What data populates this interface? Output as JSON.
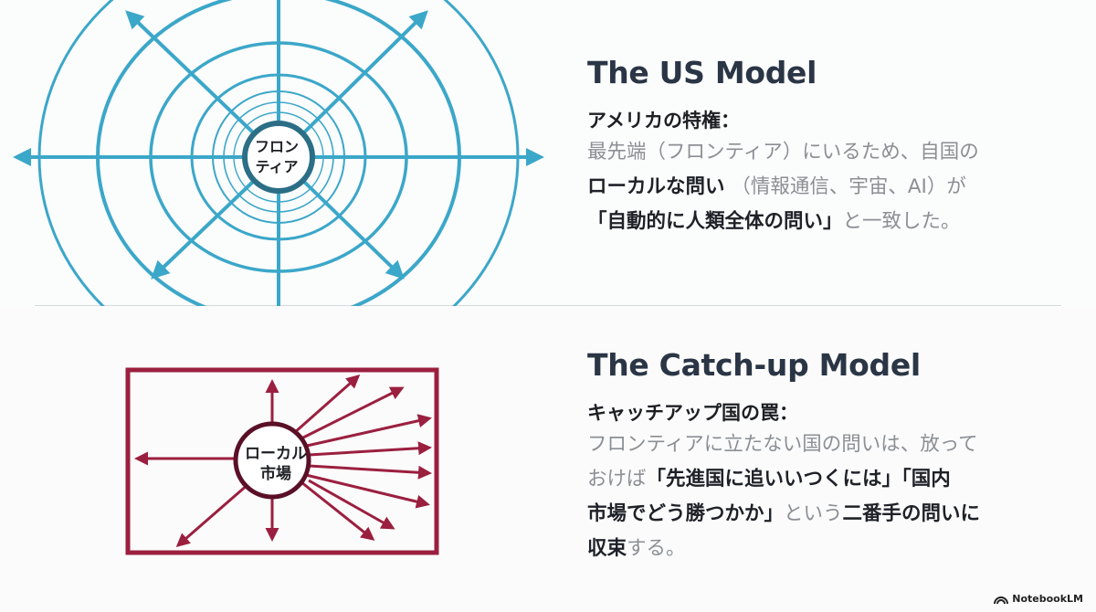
{
  "us_model": {
    "heading": "The US Model",
    "subheading": "アメリカの特権：",
    "center_label_line1": "フロン",
    "center_label_line2": "ティア",
    "body_part1": "最先端（フロンティア）にいるため、自国の",
    "body_em1": "ローカルな問い",
    "body_part2": " （情報通信、宇宙、AI）が",
    "body_em2": "「自動的に人類全体の問い」",
    "body_part3": "と一致した。",
    "color": "#3ba7c9"
  },
  "catchup_model": {
    "heading": "The Catch-up Model",
    "subheading": "キャッチアップ国の罠：",
    "center_label_line1": "ローカル",
    "center_label_line2": "市場",
    "body_part1": "フロンティアに立たない国の問いは、放って",
    "body_part2": "おけば",
    "body_em1": "「先進国に追いいつくには」「国内",
    "body_em2": "市場でどう勝つかか」",
    "body_part3": "という",
    "body_em3": "二番手の問いに",
    "body_em4": "収束",
    "body_part4": "する。",
    "color": "#9b1f3f"
  },
  "branding": {
    "label": "NotebookLM",
    "icon": "notebooklm-logo-icon"
  }
}
